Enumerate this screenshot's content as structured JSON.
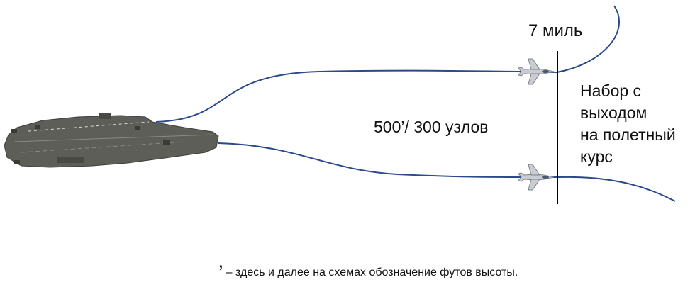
{
  "diagram": {
    "distance_label": "7 миль",
    "climb_label_lines": [
      "Набор с",
      "выходом",
      "на полетный",
      "курс"
    ],
    "speed_altitude_label": "500’/ 300 узлов",
    "footnote": {
      "mark": "’",
      "text": "– здесь и далее на схемах обозначение футов высоты."
    },
    "colors": {
      "path": "#2b4a8a",
      "marker_line": "#000000",
      "ship_deck": "#5e5e58",
      "aircraft": "#c9ccd1"
    },
    "icons": {
      "carrier": "aircraft-carrier-icon",
      "aircraft": "fighter-jet-icon"
    }
  }
}
